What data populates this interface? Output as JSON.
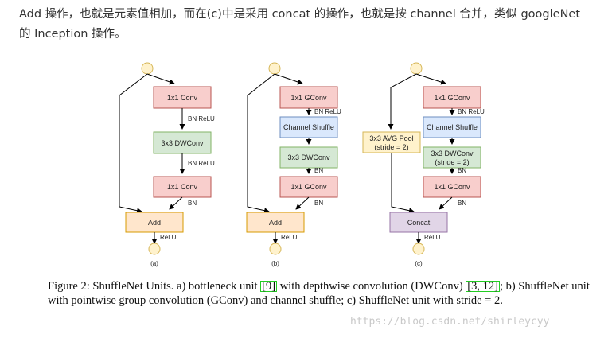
{
  "intro": {
    "line1": "Add 操作，也就是元素值相加，而在(c)中是采用 concat 的操作，也就是按 channel 合并，类似 googleNet",
    "line2": "的 Inception 操作。"
  },
  "colors": {
    "conv_fill": "#f8cecc",
    "conv_stroke": "#b85450",
    "dw_fill": "#d5e8d4",
    "dw_stroke": "#82b366",
    "shuffle_fill": "#dae8fc",
    "shuffle_stroke": "#6c8ebf",
    "add_fill": "#ffe6cc",
    "add_stroke": "#d79b00",
    "pool_fill": "#fff2cc",
    "pool_stroke": "#d6b656",
    "concat_fill": "#e1d5e7",
    "concat_stroke": "#9673a6",
    "node_fill": "#fff2cc",
    "node_stroke": "#d6b656"
  },
  "figure": {
    "units": [
      {
        "sublabel": "(a)",
        "boxes": {
          "b1": "1x1 Conv",
          "b2": "3x3 DWConv",
          "b3": "1x1 Conv",
          "merge": "Add"
        },
        "edges": {
          "e1": "BN ReLU",
          "e2": "BN ReLU",
          "e3": "BN",
          "out": "ReLU"
        }
      },
      {
        "sublabel": "(b)",
        "boxes": {
          "b1": "1x1 GConv",
          "shuffle": "Channel Shuffle",
          "b2": "3x3 DWConv",
          "b3": "1x1 GConv",
          "merge": "Add"
        },
        "edges": {
          "e1": "BN ReLU",
          "e2": "BN",
          "e3": "BN",
          "out": "ReLU"
        }
      },
      {
        "sublabel": "(c)",
        "boxes": {
          "pool_l1": "3x3 AVG Pool",
          "pool_l2": "(stride = 2)",
          "b1": "1x1 GConv",
          "shuffle": "Channel Shuffle",
          "b2_l1": "3x3 DWConv",
          "b2_l2": "(stride = 2)",
          "b3": "1x1 GConv",
          "merge": "Concat"
        },
        "edges": {
          "e1": "BN ReLU",
          "e2": "BN",
          "e3": "BN",
          "out": "ReLU"
        }
      }
    ]
  },
  "caption": {
    "t1": "Figure 2: ShuffleNet Units. a) bottleneck unit ",
    "r1": "[9]",
    "t2": " with depthwise convolution (DWConv) ",
    "r2": "[3, 12]",
    "t3": "; b) ShuffleNet unit with pointwise group convolution (GConv) and channel shuffle; c) ShuffleNet unit with stride = 2."
  },
  "watermark": "https://blog.csdn.net/shirleycyy"
}
